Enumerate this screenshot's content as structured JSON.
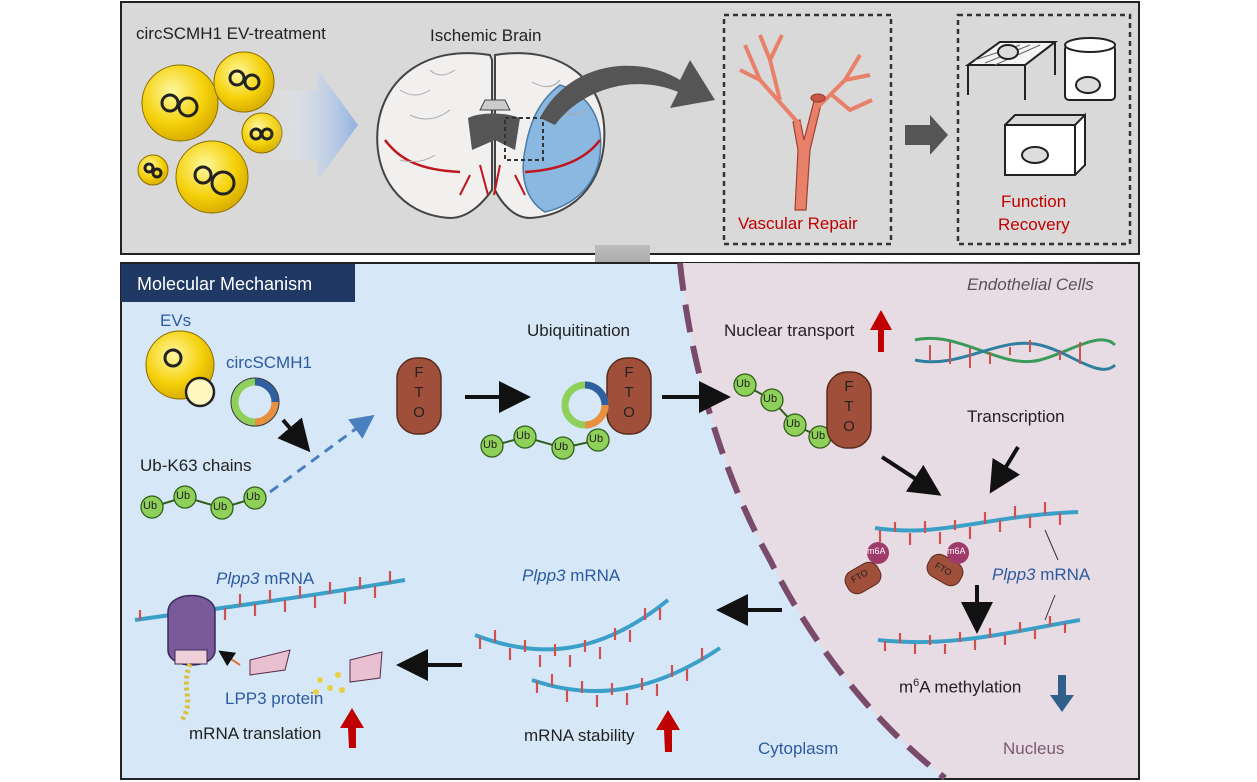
{
  "top_panel": {
    "ev_treatment_label": "circSCMH1 EV-treatment",
    "brain_label": "Ischemic Brain",
    "vascular_label": "Vascular Repair",
    "function_label_1": "Function",
    "function_label_2": "Recovery"
  },
  "bottom_panel": {
    "header": "Molecular Mechanism",
    "endothelial": "Endothelial Cells",
    "evs": "EVs",
    "circ": "circSCMH1",
    "ub_chains": "Ub-K63 chains",
    "ubiquitination": "Ubiquitination",
    "nuclear_transport": "Nuclear transport",
    "transcription": "Transcription",
    "plpp3_italic": "Plpp3",
    "mrna": " mRNA",
    "m6a_methylation_pre": "m",
    "m6a_sup": "6",
    "m6a_methylation_post": "A methylation",
    "lpp3_protein": "LPP3 protein",
    "mrna_translation": "mRNA translation",
    "mrna_stability": "mRNA stability",
    "cytoplasm": "Cytoplasm",
    "nucleus": "Nucleus",
    "ub": "Ub",
    "fto_f": "F",
    "fto_t": "T",
    "fto_o": "O",
    "fto": "FTO",
    "m6a_mark": "m6A"
  },
  "colors": {
    "top_bg": "#d9d9d9",
    "cyto_bg": "#d6e8f8",
    "nucleus_bg": "#e8dce4",
    "header_bg": "#1f3864",
    "fto": "#a0503a",
    "ub": "#8fd05a",
    "red_arrow": "#c00000",
    "blue_arrow": "#2f5f8a"
  }
}
